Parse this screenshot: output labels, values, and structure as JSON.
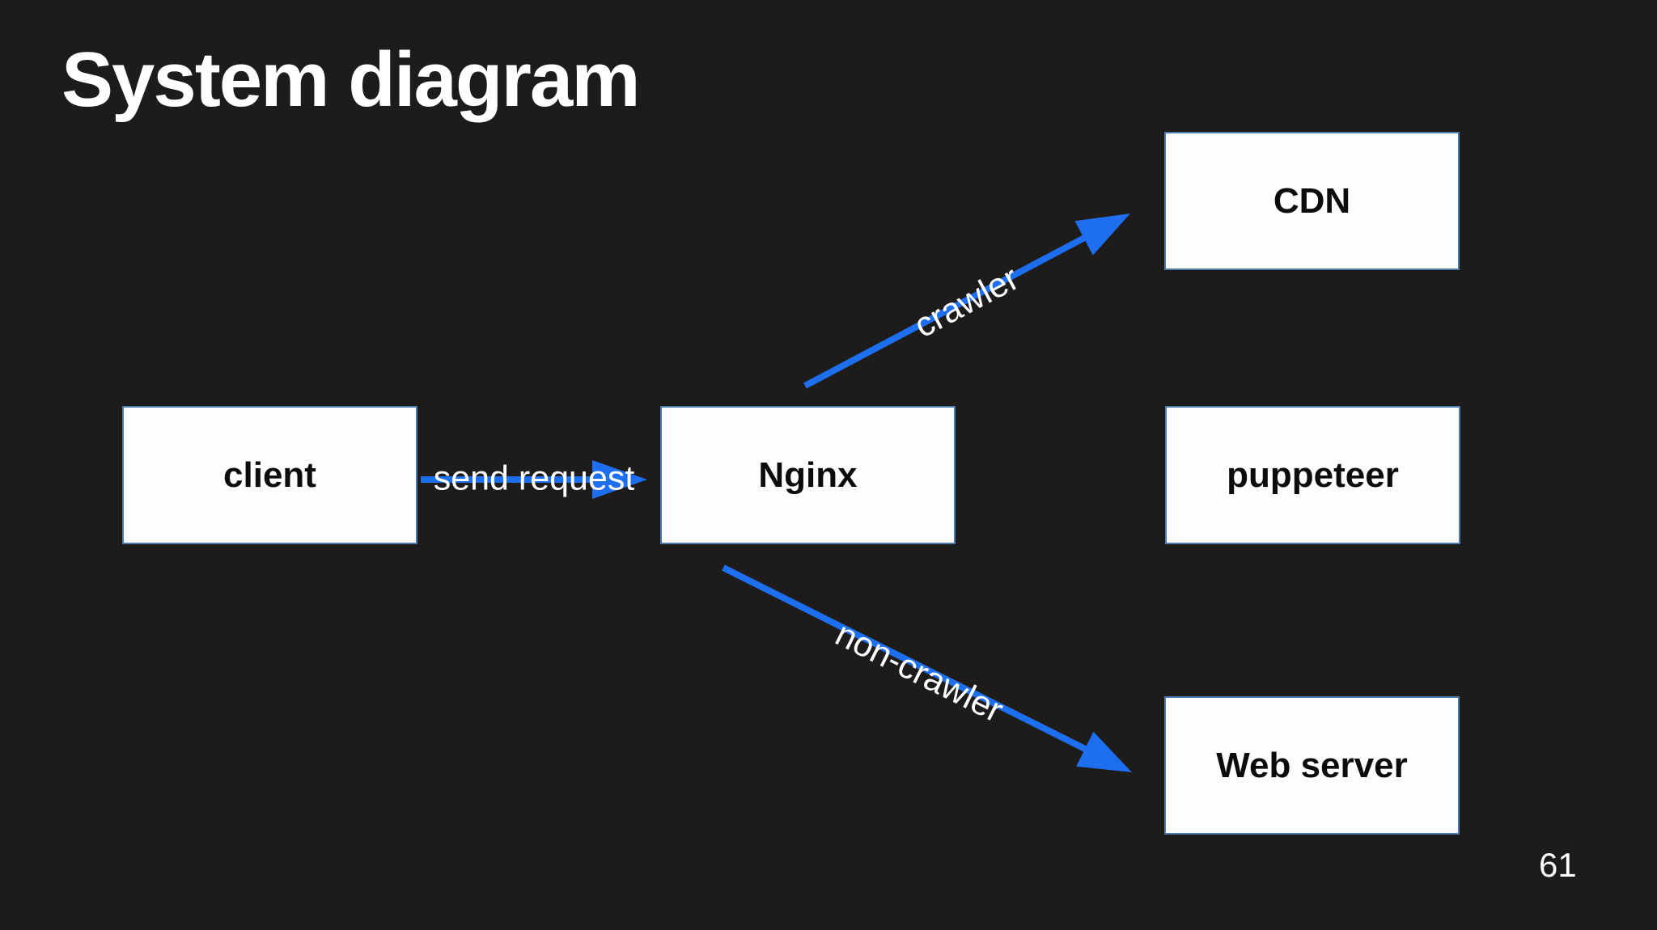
{
  "slide": {
    "title": "System diagram",
    "page_number": "61"
  },
  "nodes": [
    {
      "id": "client",
      "label": "client"
    },
    {
      "id": "nginx",
      "label": "Nginx"
    },
    {
      "id": "cdn",
      "label": "CDN"
    },
    {
      "id": "puppeteer",
      "label": "puppeteer"
    },
    {
      "id": "web-server",
      "label": "Web server"
    }
  ],
  "edges": [
    {
      "id": "send-request",
      "label": "send request",
      "from": "client",
      "to": "nginx"
    },
    {
      "id": "crawler",
      "label": "crawler",
      "from": "nginx",
      "to": "cdn"
    },
    {
      "id": "non-crawler",
      "label": "non-crawler",
      "from": "nginx",
      "to": "web-server"
    }
  ],
  "colors": {
    "background": "#1e1b1b",
    "box_fill": "#fdfdfd",
    "box_border": "#4d7bb0",
    "box_text": "#0c0c0c",
    "arrow_blue": "#1d6ff0",
    "text_white": "#ffffff"
  }
}
